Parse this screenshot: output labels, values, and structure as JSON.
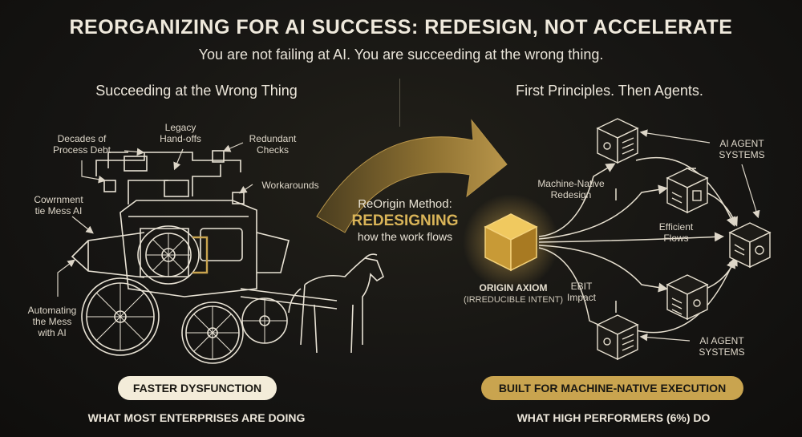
{
  "title": "REORGANIZING FOR AI SUCCESS: REDESIGN, NOT ACCELERATE",
  "subtitle": "You are not failing at AI. You are succeeding at the wrong thing.",
  "left": {
    "heading": "Succeeding at the Wrong Thing",
    "labels": {
      "process_debt": "Decades of\nProcess Debt",
      "legacy_handoffs": "Legacy\nHand-offs",
      "redundant_checks": "Redundant\nChecks",
      "workarounds": "Workarounds",
      "government_mess": "Cowrnment\ntie Mess AI",
      "automating_mess": "Automating\nthe Mess\nwith AI"
    },
    "badge": "FASTER DYSFUNCTION",
    "footer": "WHAT MOST ENTERPRISES ARE DOING"
  },
  "middle": {
    "method_intro": "ReOrigin Method:",
    "method_key": "REDESIGNING",
    "method_desc": "how the work flows"
  },
  "right": {
    "heading": "First Principles. Then Agents.",
    "origin_name": "ORIGIN AXIOM",
    "origin_sub": "(IRREDUCIBLE INTENT)",
    "labels": {
      "machine_native_redesign": "Machine-Native\nRedesign",
      "efficient_flows": "Efficient\nFlows",
      "ebit_impact": "EBIT\nImpact",
      "agent_systems_top": "AI AGENT\nSYSTEMS",
      "agent_systems_bottom": "AI AGENT\nSYSTEMS"
    },
    "badge": "BUILT FOR MACHINE-NATIVE EXECUTION",
    "footer": "WHAT HIGH PERFORMERS (6%) DO"
  },
  "colors": {
    "background": "#161513",
    "gold": "#c9a44f",
    "line_art": "#e8e2d4",
    "cream_badge": "#f3ecd9"
  }
}
